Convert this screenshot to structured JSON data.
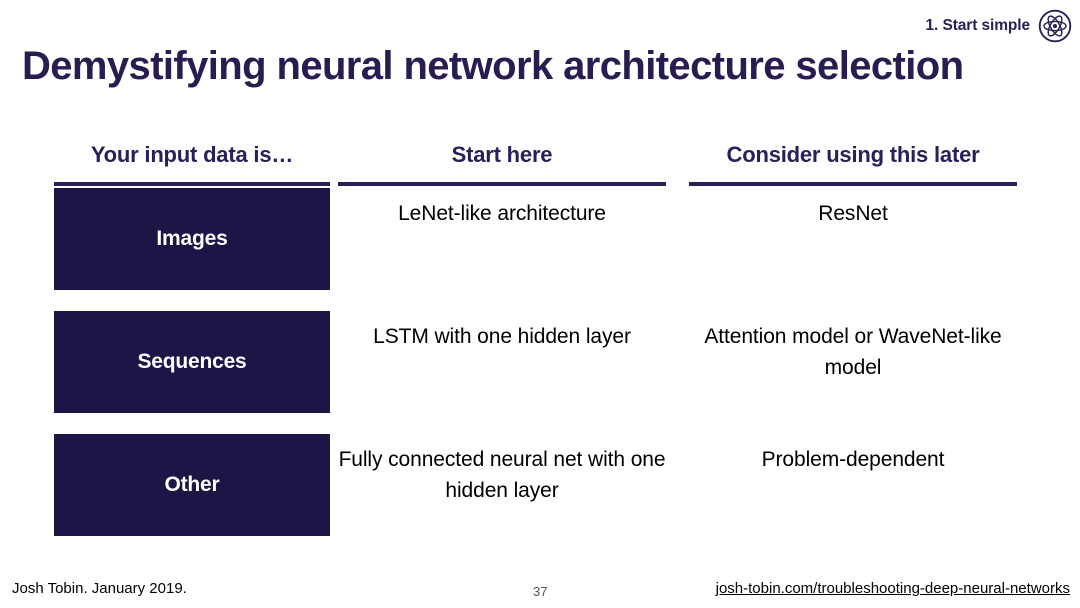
{
  "section_marker": {
    "label": "1. Start simple",
    "icon": "atom-icon"
  },
  "title": "Demystifying neural network architecture selection",
  "table": {
    "headers": [
      "Your input data is…",
      "Start here",
      "Consider using this later"
    ],
    "rows": [
      {
        "label": "Images",
        "start_here": "LeNet-like architecture",
        "later": "ResNet"
      },
      {
        "label": "Sequences",
        "start_here": "LSTM with one hidden layer",
        "later": "Attention model or WaveNet-like model"
      },
      {
        "label": "Other",
        "start_here": "Fully connected neural net with one hidden layer",
        "later": "Problem-dependent"
      }
    ]
  },
  "footer": {
    "credit": "Josh Tobin. January 2019.",
    "page_number": "37",
    "link": "josh-tobin.com/troubleshooting-deep-neural-networks"
  },
  "colors": {
    "brand_navy": "#2a2059",
    "box_navy": "#1e1547",
    "title_navy": "#281c50",
    "background": "#ffffff",
    "body_text": "#000000"
  }
}
